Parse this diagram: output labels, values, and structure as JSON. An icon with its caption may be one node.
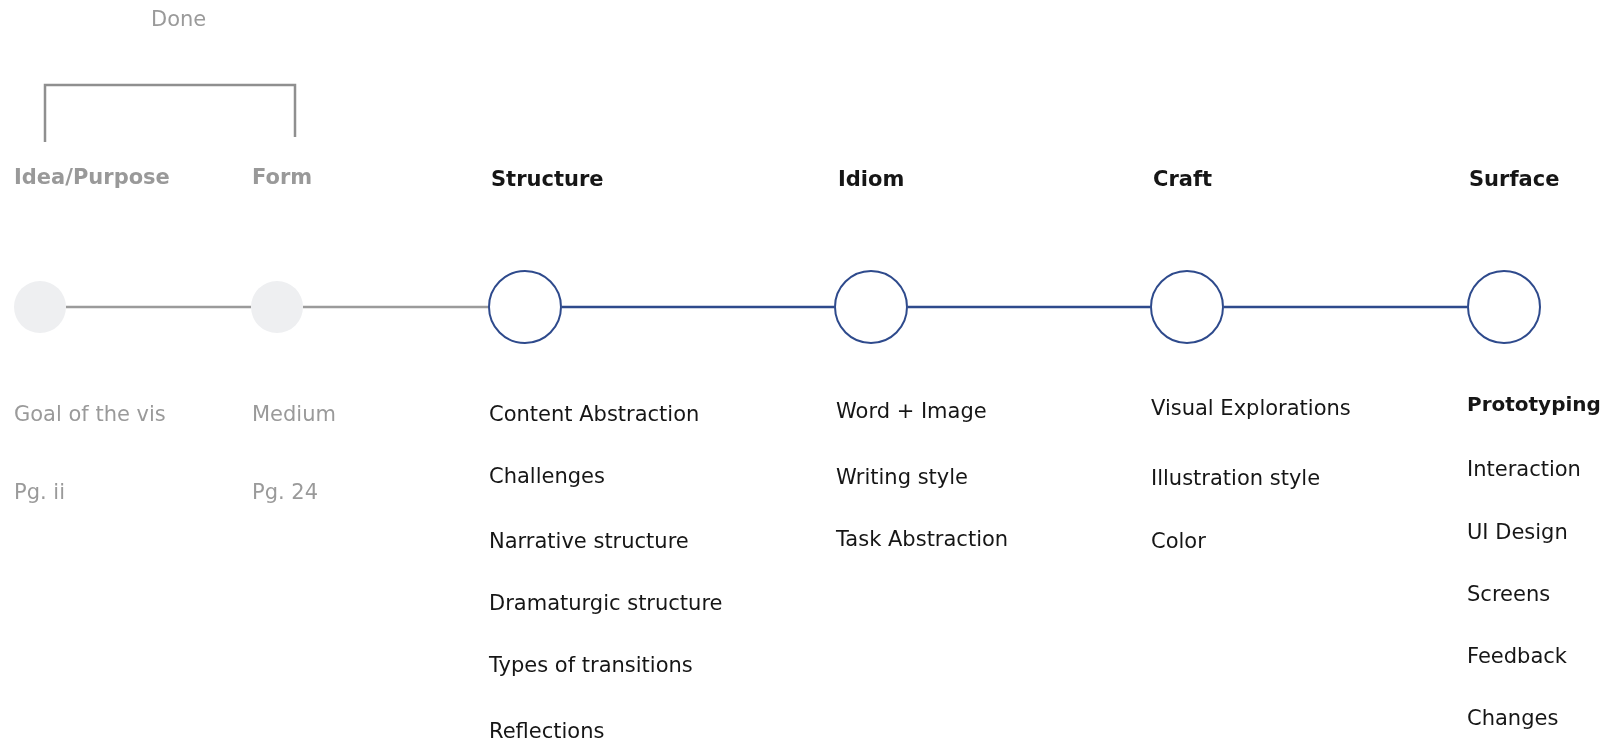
{
  "diagram": {
    "nodes": [
      {
        "text": [
          "Idea/Purpose"
        ],
        "beside": [
          "Goal of the vis",
          "Pg. ii"
        ]
      },
      {
        "text": [
          "Form"
        ],
        "beside": [
          "Medium",
          "Pg. 24"
        ]
      },
      {
        "text": [
          "Structure"
        ],
        "beside": [
          "Content Abstraction",
          "Challenges",
          "Narrative structure",
          "Dramaturgic structure",
          "Types of transitions",
          "Reflections"
        ]
      },
      {
        "text": [
          "Idiom"
        ],
        "beside": [
          "Word + Image",
          "Writing style",
          "Task Abstraction"
        ]
      },
      {
        "text": [
          "Craft"
        ],
        "beside": [
          "Visual Explorations",
          "Illustration style",
          "Color"
        ]
      },
      {
        "text": [
          "Surface"
        ],
        "beside": [
          "Prototyping",
          "Interaction",
          "UI Design",
          "Screens",
          "Feedback",
          "Changes"
        ]
      }
    ],
    "edges": [
      {
        "from": 0,
        "to": 1,
        "arrow": "none",
        "color": "#9b9b9b"
      },
      {
        "from": 1,
        "to": 2,
        "arrow": "none",
        "color": "#9b9b9b"
      },
      {
        "from": 2,
        "to": 3,
        "arrow": "none"
      },
      {
        "from": 3,
        "to": 4,
        "arrow": "none"
      },
      {
        "from": 4,
        "to": 5,
        "arrow": "none"
      }
    ],
    "labels": [
      "Done"
    ]
  }
}
